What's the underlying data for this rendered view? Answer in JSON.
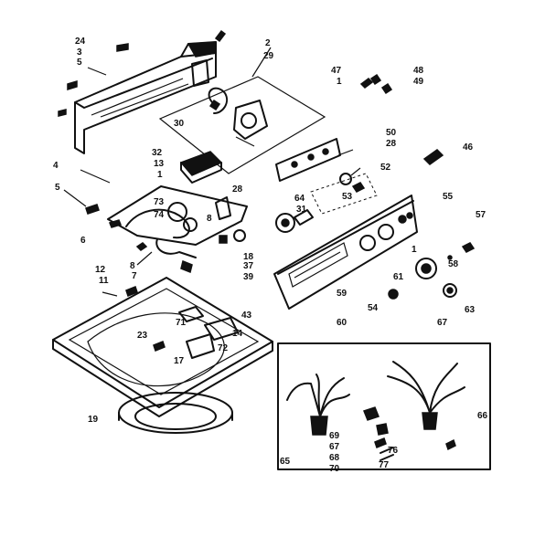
{
  "labels": [
    {
      "id": "l24",
      "text": "24"
    },
    {
      "id": "l3a",
      "text": "3"
    },
    {
      "id": "l5a",
      "text": "5"
    },
    {
      "id": "l2a",
      "text": "2"
    },
    {
      "id": "l29",
      "text": "29"
    },
    {
      "id": "l47",
      "text": "47"
    },
    {
      "id": "l1a",
      "text": "1"
    },
    {
      "id": "l48",
      "text": "48"
    },
    {
      "id": "l49",
      "text": "49"
    },
    {
      "id": "l30",
      "text": "30"
    },
    {
      "id": "l50",
      "text": "50"
    },
    {
      "id": "l28a",
      "text": "28"
    },
    {
      "id": "l46",
      "text": "46"
    },
    {
      "id": "l32a",
      "text": "32"
    },
    {
      "id": "l13",
      "text": "13"
    },
    {
      "id": "l1b",
      "text": "1"
    },
    {
      "id": "l4",
      "text": "4"
    },
    {
      "id": "l28b",
      "text": "28"
    },
    {
      "id": "l52",
      "text": "52"
    },
    {
      "id": "l5b",
      "text": "5"
    },
    {
      "id": "l73",
      "text": "73"
    },
    {
      "id": "l74",
      "text": "74"
    },
    {
      "id": "l64",
      "text": "64"
    },
    {
      "id": "l31",
      "text": "31"
    },
    {
      "id": "l53",
      "text": "53"
    },
    {
      "id": "l55",
      "text": "55"
    },
    {
      "id": "l57",
      "text": "57"
    },
    {
      "id": "l6",
      "text": "6"
    },
    {
      "id": "l8a",
      "text": "8"
    },
    {
      "id": "l18",
      "text": "18"
    },
    {
      "id": "l37",
      "text": "37"
    },
    {
      "id": "l39",
      "text": "39"
    },
    {
      "id": "l8b",
      "text": "8"
    },
    {
      "id": "l7",
      "text": "7"
    },
    {
      "id": "l1c",
      "text": "1"
    },
    {
      "id": "l58",
      "text": "58"
    },
    {
      "id": "l61",
      "text": "61"
    },
    {
      "id": "l12",
      "text": "12"
    },
    {
      "id": "l11",
      "text": "11"
    },
    {
      "id": "l59",
      "text": "59"
    },
    {
      "id": "l54",
      "text": "54"
    },
    {
      "id": "l60",
      "text": "60"
    },
    {
      "id": "l67a",
      "text": "67"
    },
    {
      "id": "l63",
      "text": "63"
    },
    {
      "id": "l71",
      "text": "71"
    },
    {
      "id": "l43",
      "text": "43"
    },
    {
      "id": "l23",
      "text": "23"
    },
    {
      "id": "l14",
      "text": "14"
    },
    {
      "id": "l72",
      "text": "72"
    },
    {
      "id": "l17",
      "text": "17"
    },
    {
      "id": "l19",
      "text": "19"
    },
    {
      "id": "l66",
      "text": "66"
    },
    {
      "id": "l69",
      "text": "69"
    },
    {
      "id": "l67b",
      "text": "67"
    },
    {
      "id": "l68",
      "text": "68"
    },
    {
      "id": "l70",
      "text": "70"
    },
    {
      "id": "l65",
      "text": "65"
    },
    {
      "id": "l76",
      "text": "76"
    },
    {
      "id": "l77",
      "text": "77"
    }
  ]
}
